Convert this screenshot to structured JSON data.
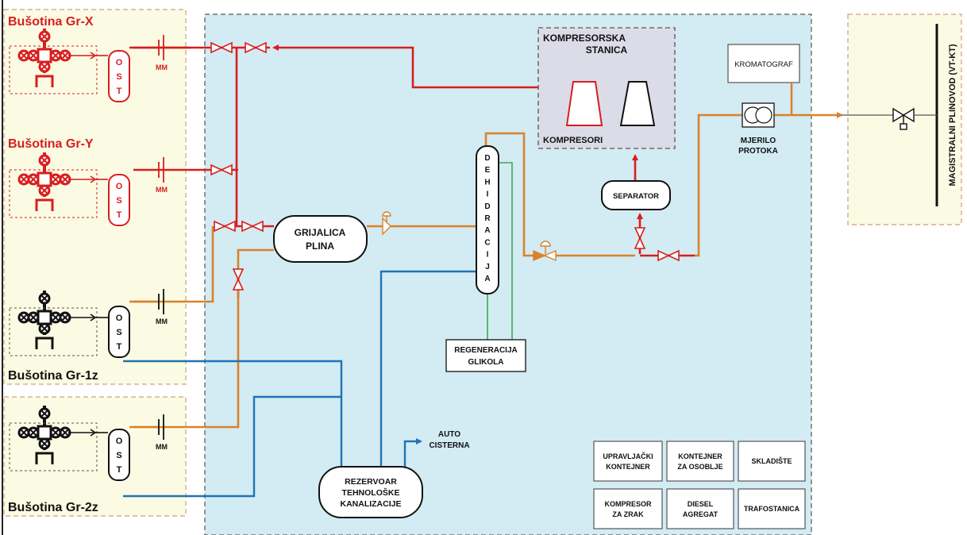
{
  "wells": {
    "gr_x": {
      "name": "Bušotina Gr-X",
      "ost": [
        "O",
        "S",
        "T"
      ],
      "mm": "MM"
    },
    "gr_y": {
      "name": "Bušotina Gr-Y",
      "ost": [
        "O",
        "S",
        "T"
      ],
      "mm": "MM"
    },
    "gr_1z": {
      "name": "Bušotina Gr-1z",
      "ost": [
        "O",
        "S",
        "T"
      ],
      "mm": "MM"
    },
    "gr_2z": {
      "name": "Bušotina Gr-2z",
      "ost": [
        "O",
        "S",
        "T"
      ],
      "mm": "MM"
    }
  },
  "compressor_station": {
    "title_line1": "KOMPRESORSKA",
    "title_line2": "STANICA",
    "label": "KOMPRESORI"
  },
  "heater": {
    "line1": "GRIJALICA",
    "line2": "PLINA"
  },
  "dehydration": {
    "letters": [
      "D",
      "E",
      "H",
      "I",
      "D",
      "R",
      "A",
      "C",
      "I",
      "J",
      "A"
    ]
  },
  "separator": {
    "label": "SEPARATOR"
  },
  "chromatograph": {
    "label": "KROMATOGRAF"
  },
  "flow_meter": {
    "line1": "MJERILO",
    "line2": "PROTOKA"
  },
  "pipeline": {
    "label": "MAGISTRALNI PLINOVOD (VT-KT)"
  },
  "glycol_regen": {
    "line1": "REGENERACIJA",
    "line2": "GLIKOLA"
  },
  "tank": {
    "line1": "REZERVOAR",
    "line2": "TEHNOLOŠKE",
    "line3": "KANALIZACIJE"
  },
  "auto_tanker": {
    "line1": "AUTO",
    "line2": "CISTERNA"
  },
  "facilities": {
    "control": {
      "line1": "UPRAVLJAČKI",
      "line2": "KONTEJNER"
    },
    "staff": {
      "line1": "KONTEJNER",
      "line2": "ZA OSOBLJE"
    },
    "storage": {
      "line1": "SKLADIŠTE"
    },
    "air_compressor": {
      "line1": "KOMPRESOR",
      "line2": "ZA ZRAK"
    },
    "diesel": {
      "line1": "DIESEL",
      "line2": "AGREGAT"
    },
    "transformer": {
      "line1": "TRAFOSTANICA"
    }
  },
  "colors": {
    "gas_red": "#d81e1e",
    "gas_orange": "#d9822b",
    "water_blue": "#1f74b5",
    "glycol_green": "#3aaa55",
    "plant_bg": "#d3ebf3",
    "well_bg": "#fbfbe4",
    "station_bg": "#dcdce8"
  }
}
